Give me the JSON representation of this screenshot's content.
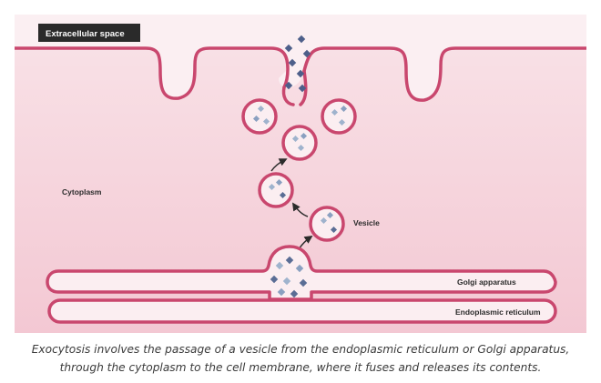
{
  "diagram": {
    "labels": {
      "extracellular": "Extracellular space",
      "cytoplasm": "Cytoplasm",
      "vesicle": "Vesicle",
      "golgi": "Golgi apparatus",
      "er": "Endoplasmic reticulum"
    },
    "colors": {
      "background": "#f7d9e0",
      "membrane": "#c9476e",
      "vesicle_fill": "#fbeef1",
      "cargo": "#5a6d95",
      "cargo_light": "#9fb3cd",
      "tag_bg": "#2a2a2a"
    }
  },
  "caption": {
    "line1": "Exocytosis involves the passage of a vesicle from the endoplasmic reticulum or Golgi apparatus,",
    "line2": "through the cytoplasm to the cell membrane, where it fuses and releases its contents."
  }
}
